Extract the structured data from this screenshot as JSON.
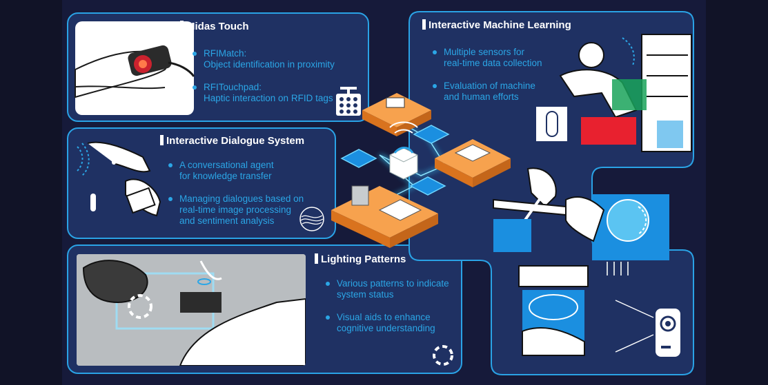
{
  "colors": {
    "background": "#161a3a",
    "panel_fill": "#1f3163",
    "panel_border": "#2aa3e6",
    "bullet_text": "#2ba6e6",
    "platform_orange": "#f08a2c",
    "tile_blue": "#1b8fe0",
    "touch_red": "#e8212f",
    "highlight_green": "#1aa35a"
  },
  "panels": {
    "midas": {
      "title": "Midas Touch",
      "bullets": [
        {
          "line1": "RFIMatch:",
          "line2": "Object identification in proximity"
        },
        {
          "line1": "RFITouchpad:",
          "line2": "Haptic interaction on RFID tags"
        }
      ],
      "icon": "rfid-touchpad-icon"
    },
    "dialogue": {
      "title": "Interactive Dialogue System",
      "bullets": [
        {
          "line1": "A conversational agent",
          "line2": "for knowledge transfer"
        },
        {
          "line1": "Managing dialogues based on",
          "line2": "real-time image processing",
          "line3": "and sentiment analysis"
        }
      ],
      "icon": "wave-mesh-icon"
    },
    "lighting": {
      "title": "Lighting Patterns",
      "bullets": [
        {
          "line1": "Various patterns to indicate",
          "line2": "system status"
        },
        {
          "line1": "Visual aids to enhance",
          "line2": "cognitive understanding"
        }
      ],
      "icon": "dashed-circle-icon"
    },
    "iml": {
      "title": "Interactive Machine Learning",
      "bullets": [
        {
          "line1": "Multiple sensors for",
          "line2": "real-time data collection"
        },
        {
          "line1": "Evaluation of machine",
          "line2": "and human efforts"
        }
      ]
    }
  }
}
